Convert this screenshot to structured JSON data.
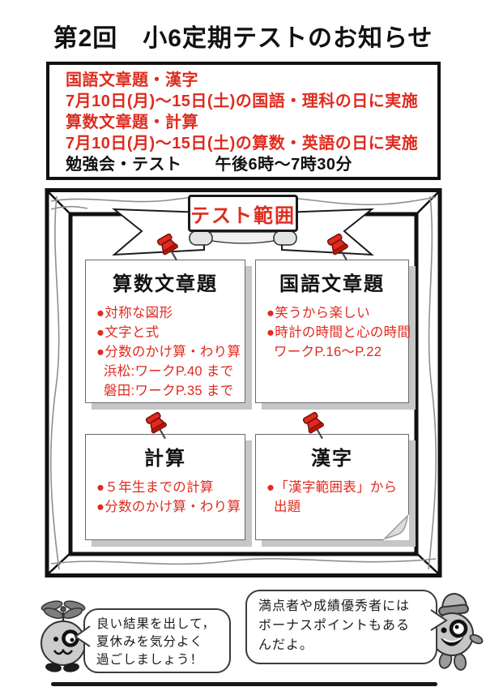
{
  "colors": {
    "accent_red": "#df2b1e",
    "card_shadow": "#c6c6c6",
    "frame_black": "#111111"
  },
  "header": {
    "title": "第2回　小6定期テストのお知らせ"
  },
  "notice": {
    "lines": [
      {
        "text": "国語文章題・漢字"
      },
      {
        "text": "7月10日(月)～15日(土)の国語・理科の日に実施"
      },
      {
        "text": "算数文章題・計算"
      },
      {
        "text": "7月10日(月)～15日(土)の算数・英語の日に実施"
      },
      {
        "text": "勉強会・テスト　　午後6時～7時30分"
      }
    ]
  },
  "board": {
    "banner_label": "テスト範囲",
    "cards": [
      {
        "title": "算数文章題",
        "lines": [
          "●対称な図形",
          "●文字と式",
          "●分数のかけ算・わり算",
          "浜松:ワークP.40 まで",
          "磐田:ワークP.35 まで"
        ]
      },
      {
        "title": "国語文章題",
        "lines": [
          "●笑うから楽しい",
          "●時計の時間と心の時間",
          "ワークP.16～P.22"
        ]
      },
      {
        "title": "計算",
        "lines": [
          "●５年生までの計算",
          "●分数のかけ算・わり算"
        ]
      },
      {
        "title": "漢字",
        "lines": [
          "●「漢字範囲表」から",
          "出題"
        ]
      }
    ]
  },
  "speech": {
    "left": "良い結果を出して，\n夏休みを気分よく\n過ごしましょう！",
    "right": "満点者や成績優秀者には\nボーナスポイントもある\nんだよ。"
  }
}
